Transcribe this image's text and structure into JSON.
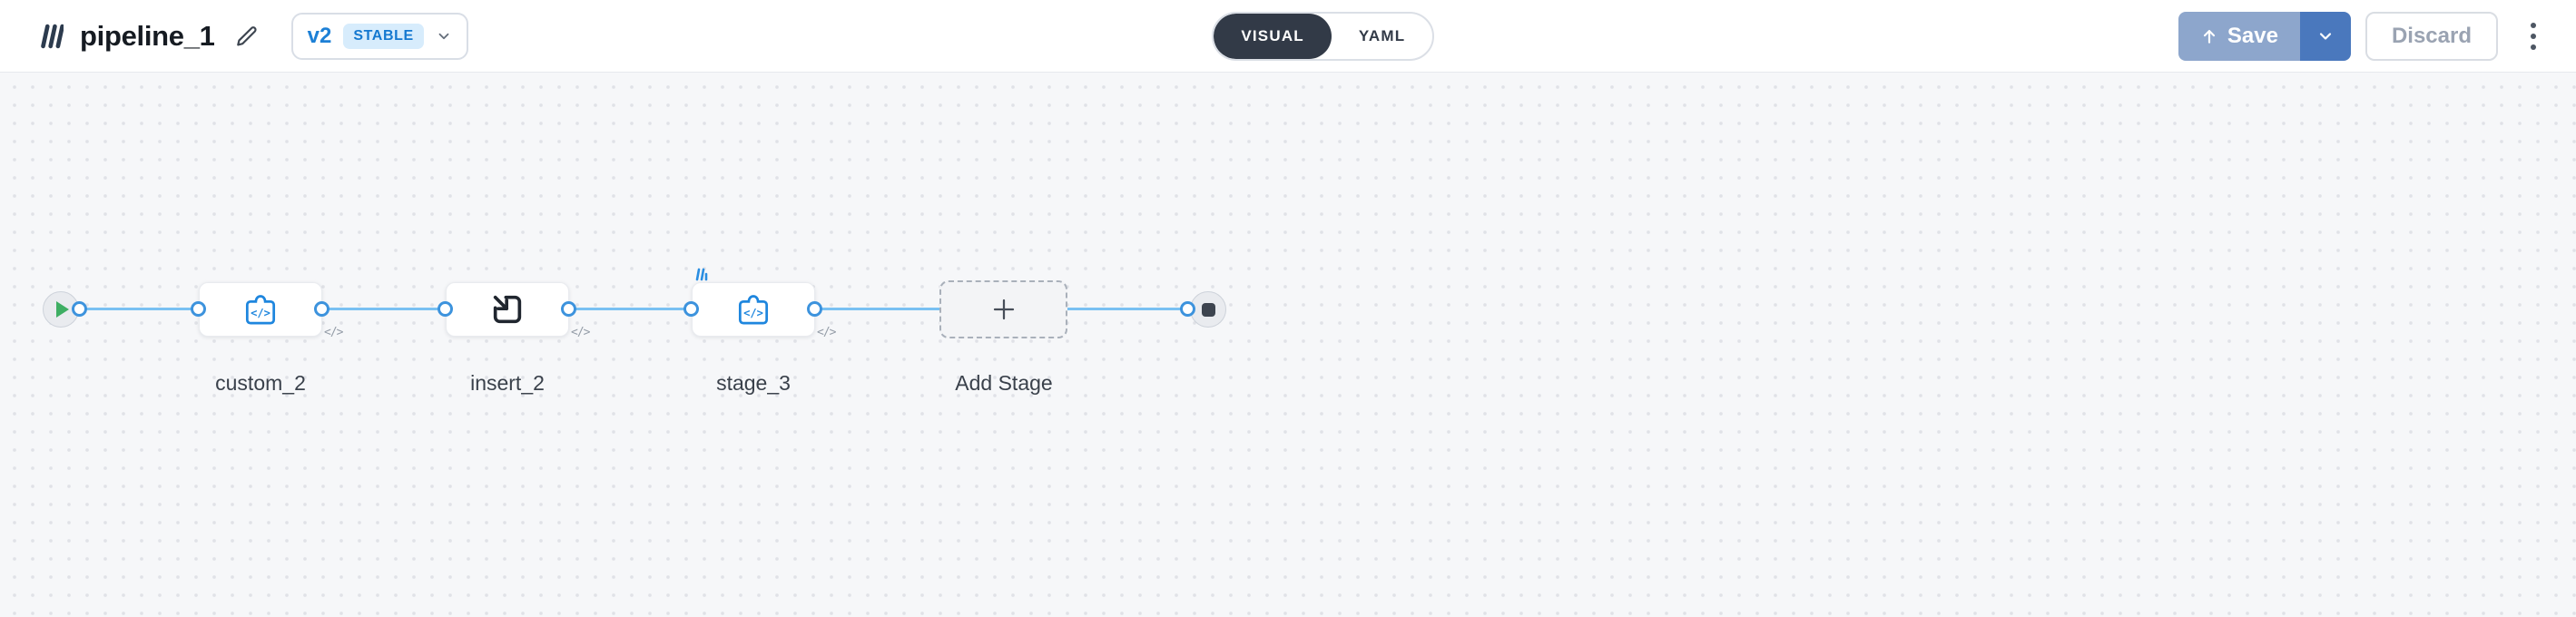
{
  "header": {
    "title": "pipeline_1",
    "version": {
      "label": "v2",
      "badge": "STABLE"
    },
    "view_toggle": {
      "visual": "VISUAL",
      "yaml": "YAML",
      "selected": "VISUAL"
    },
    "actions": {
      "save": "Save",
      "discard": "Discard"
    }
  },
  "canvas": {
    "nodes": [
      {
        "id": "start",
        "type": "start"
      },
      {
        "id": "custom_2",
        "type": "custom-stage",
        "label": "custom_2"
      },
      {
        "id": "insert_2",
        "type": "insert-stage",
        "label": "insert_2"
      },
      {
        "id": "stage_3",
        "type": "custom-stage",
        "label": "stage_3"
      },
      {
        "id": "add_stage",
        "type": "add-stage",
        "label": "Add Stage"
      },
      {
        "id": "end",
        "type": "end"
      }
    ],
    "code_badge": "</>",
    "colors": {
      "edge": "#79c1f2",
      "port_border": "#3d93dd",
      "accent_blue": "#1d80d6",
      "toggle_selected_bg": "#323a47",
      "stable_badge_bg": "#d7ecfc"
    }
  },
  "icons": {
    "logo": "library-bars-logo",
    "edit": "pencil-icon",
    "version_chevron": "chevron-down-icon",
    "save_arrow": "arrow-up-icon",
    "save_caret": "chevron-down-icon",
    "menu": "kebab-menu-icon",
    "start": "play-icon",
    "end": "stop-icon",
    "custom_stage": "puzzle-code-icon",
    "insert_stage": "import-icon",
    "add_stage": "plus-icon",
    "stage_input": "input-indicator-icon"
  }
}
